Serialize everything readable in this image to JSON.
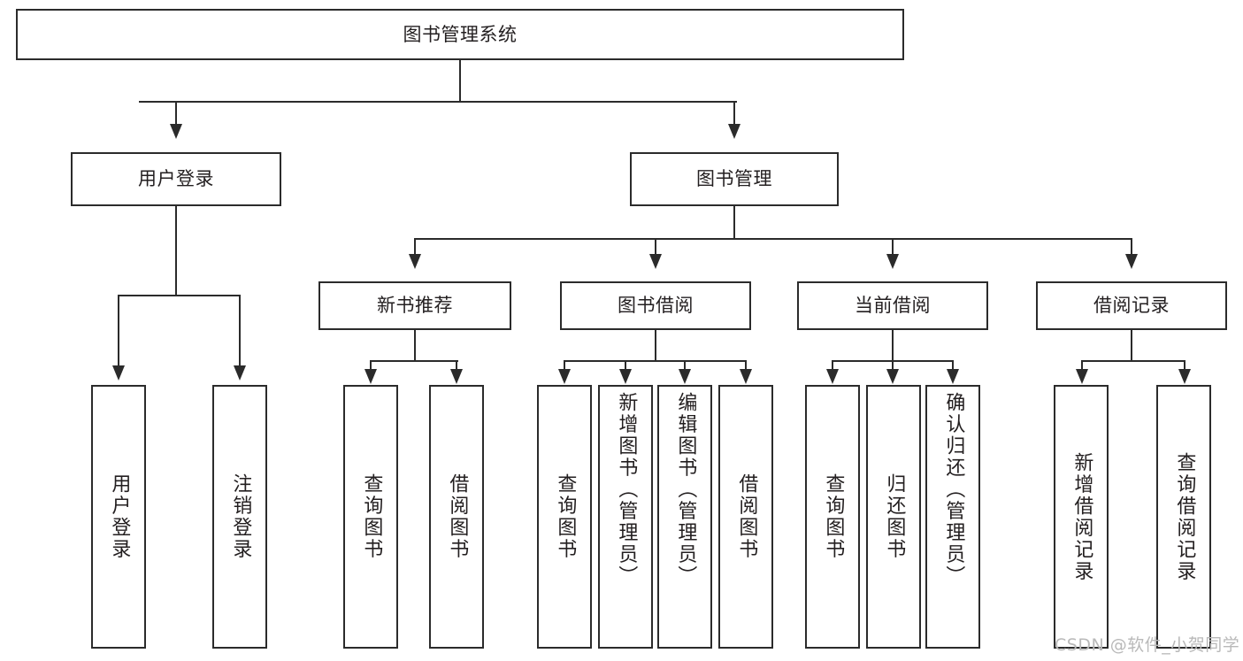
{
  "diagram": {
    "type": "tree-hierarchy",
    "title": "图书管理系统",
    "orientation": "top-down",
    "colors": {
      "stroke": "#2b2b2b",
      "fill": "#ffffff",
      "text": "#231f20",
      "watermark": "#b9b9b9"
    },
    "levels": {
      "root": {
        "label": "图书管理系统"
      },
      "level2": [
        {
          "label": "用户登录"
        },
        {
          "label": "图书管理"
        }
      ],
      "level3": [
        {
          "label": "新书推荐"
        },
        {
          "label": "图书借阅"
        },
        {
          "label": "当前借阅"
        },
        {
          "label": "借阅记录"
        }
      ],
      "leaves": {
        "user_login": [
          {
            "label": "用户登录"
          },
          {
            "label": "注销登录"
          }
        ],
        "new_book_recommend": [
          {
            "label": "查询图书"
          },
          {
            "label": "借阅图书"
          }
        ],
        "book_borrow": [
          {
            "label": "查询图书"
          },
          {
            "label": "新增图书（管理员）"
          },
          {
            "label": "编辑图书（管理员）"
          },
          {
            "label": "借阅图书"
          }
        ],
        "current_borrow": [
          {
            "label": "查询图书"
          },
          {
            "label": "归还图书"
          },
          {
            "label": "确认归还（管理员）"
          }
        ],
        "borrow_record": [
          {
            "label": "新增借阅记录"
          },
          {
            "label": "查询借阅记录"
          }
        ]
      }
    }
  },
  "watermark": {
    "text": "CSDN @软件_小贺同学"
  }
}
